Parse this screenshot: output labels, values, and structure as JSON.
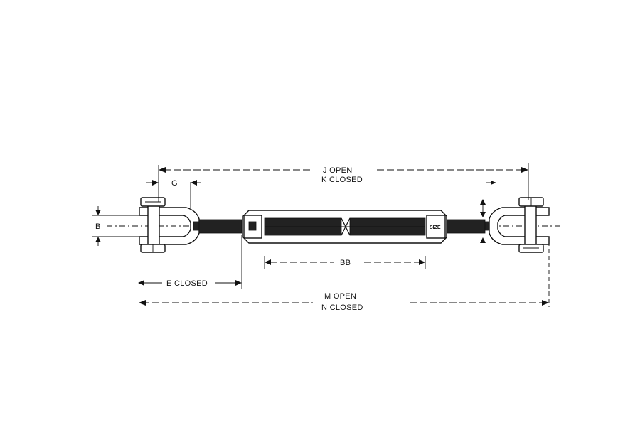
{
  "diagram": {
    "subject": "jaw-and-jaw turnbuckle dimension drawing",
    "labels": {
      "j_open": "J  OPEN",
      "k_closed": "K  CLOSED",
      "g": "G",
      "b": "B",
      "bb": "BB",
      "e_closed": "E  CLOSED",
      "m_open": "M  OPEN",
      "n_closed": "N  CLOSED",
      "size": "SIZE"
    },
    "colors": {
      "line": "#111111",
      "fill": "#222222",
      "background": "#ffffff"
    }
  }
}
